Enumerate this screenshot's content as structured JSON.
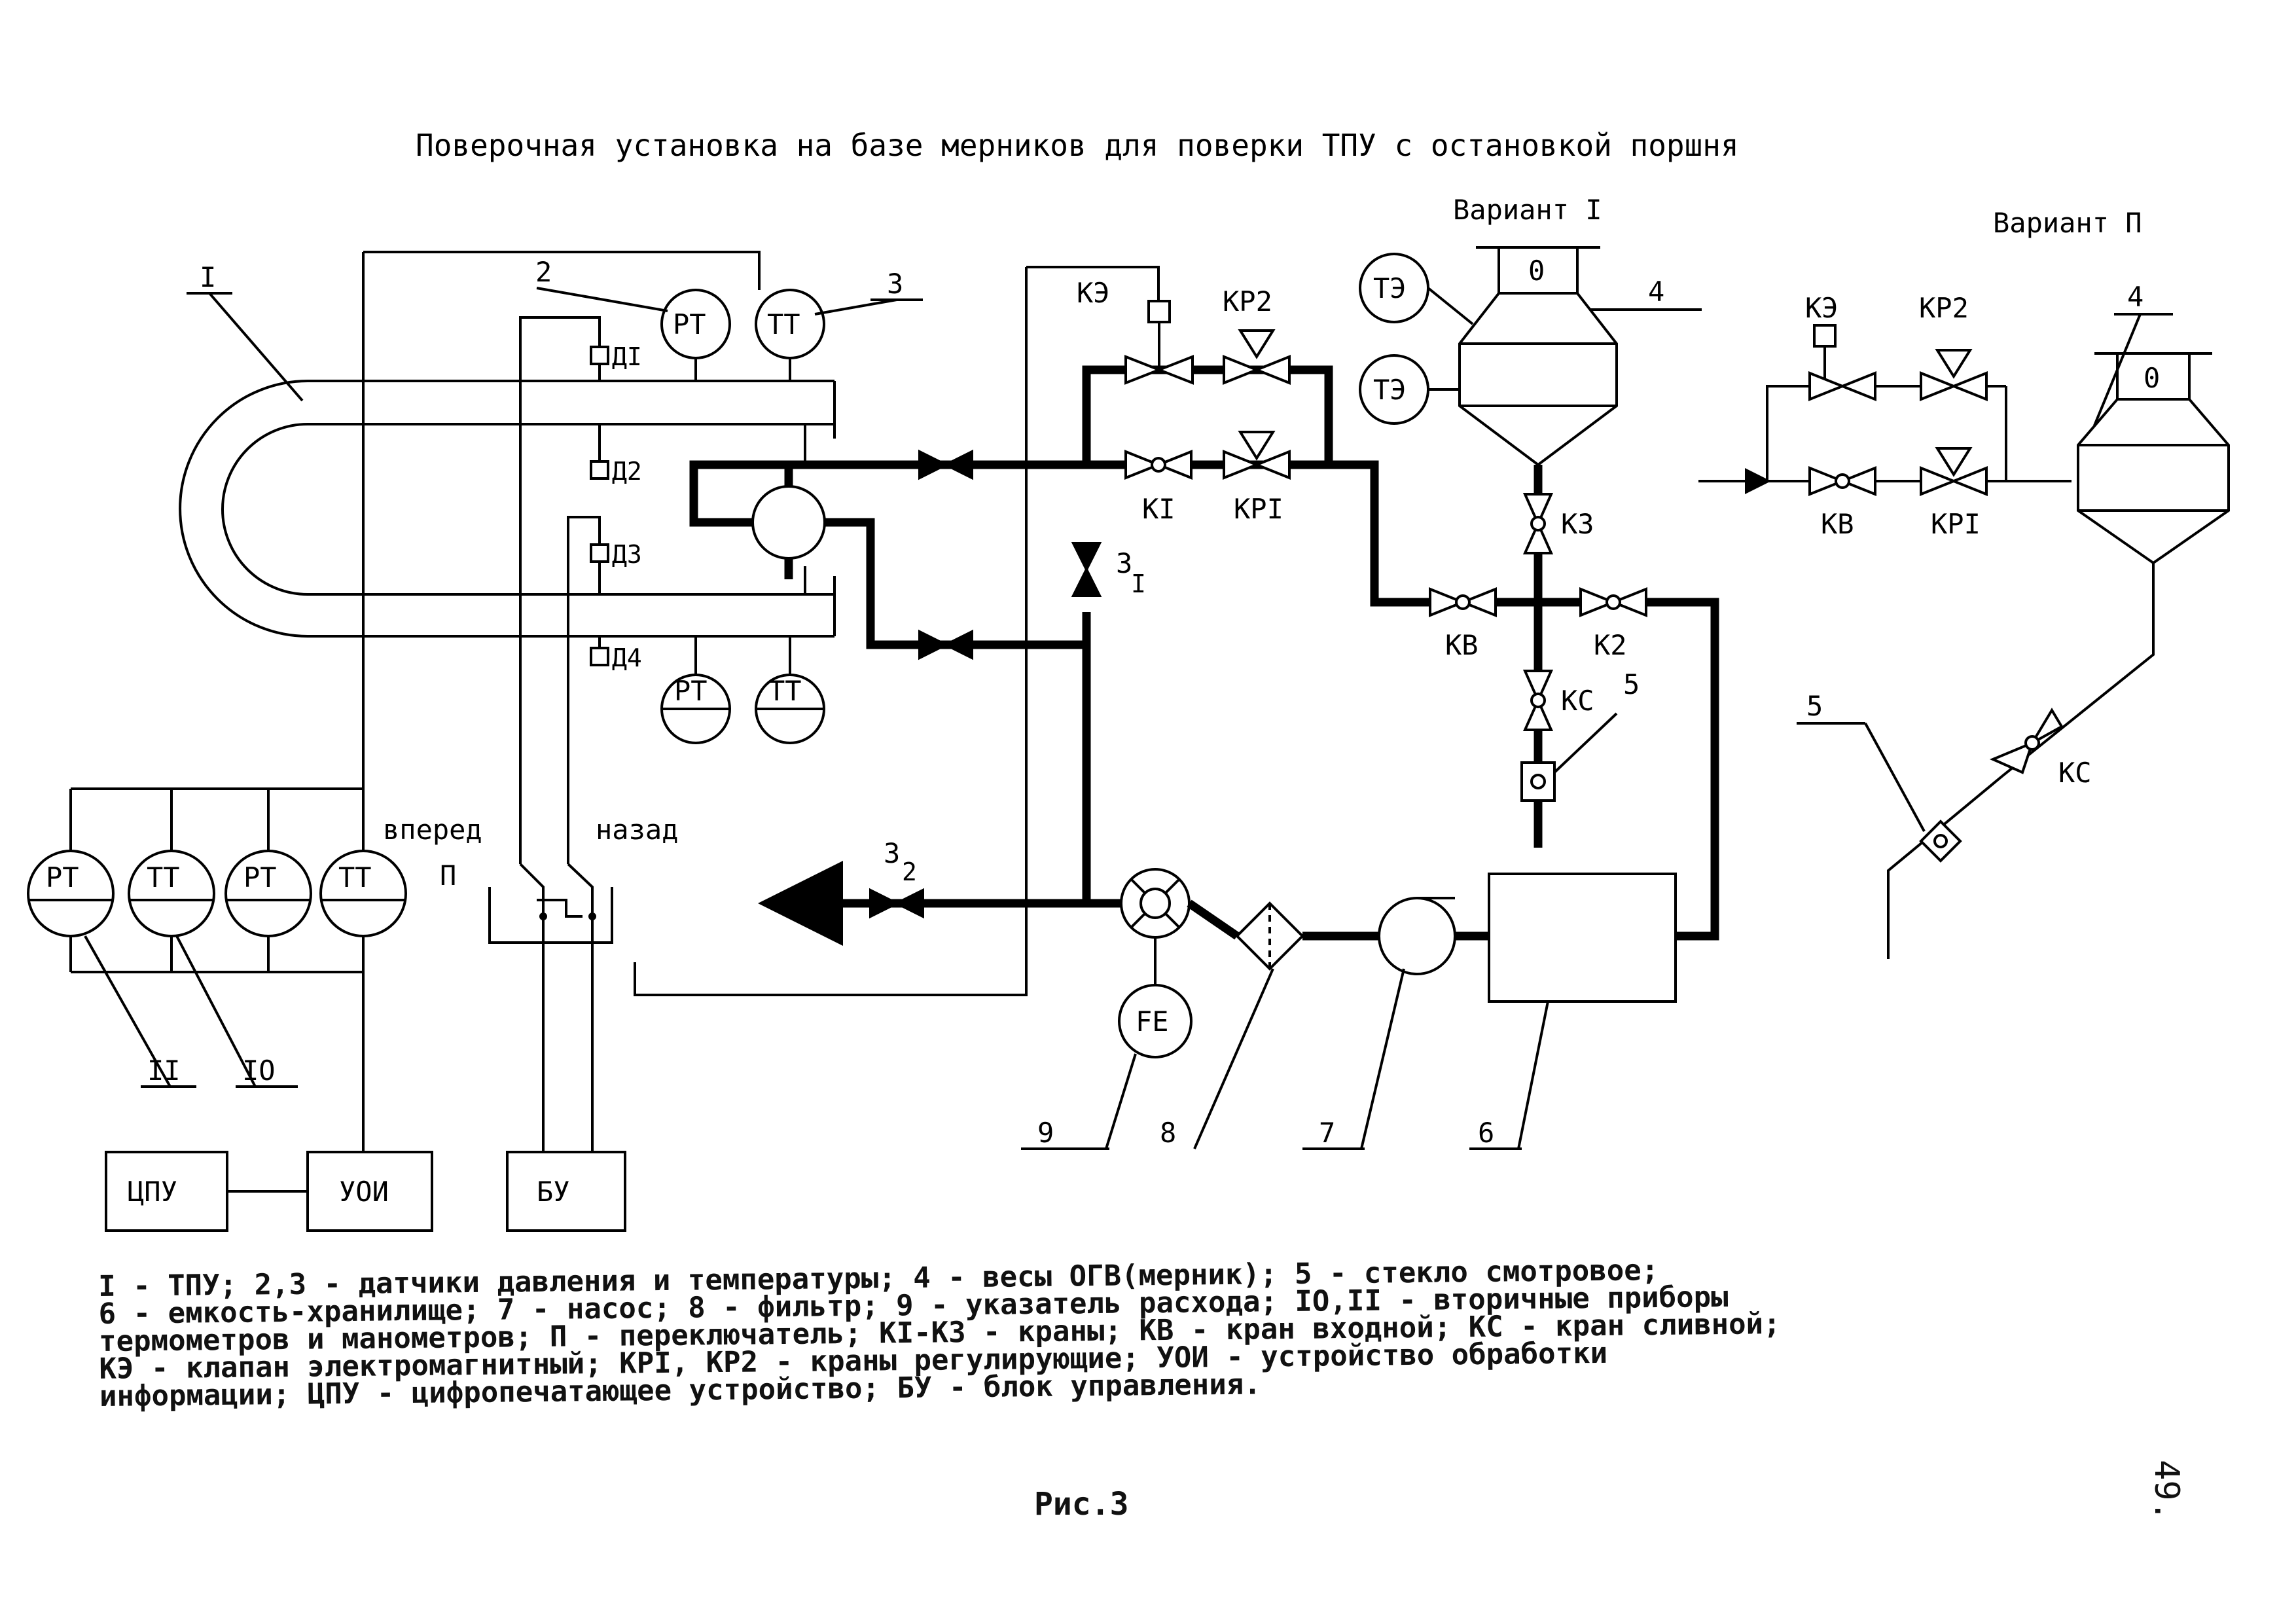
{
  "title": "Поверочная установка на базе мерников для поверки ТПУ с остановкой поршня",
  "variants": {
    "v1": "Вариант I",
    "v2": "Вариант П"
  },
  "instruments": {
    "pt": "РТ",
    "tt": "ТТ",
    "te": "ТЭ",
    "fe": "FE",
    "scale_zero": "0"
  },
  "sensors": [
    "ДI",
    "Д2",
    "Д3",
    "Д4"
  ],
  "valves": {
    "ke": "КЭ",
    "kr2": "КР2",
    "k1": "КI",
    "kr1": "КРI",
    "k3": "К3",
    "kv": "КВ",
    "k2": "К2",
    "ks": "КС",
    "z1_base": "З",
    "z1_sub": "I",
    "z2_base": "З",
    "z2_sub": "2"
  },
  "switch": {
    "forward": "вперед",
    "back": "назад",
    "id": "П"
  },
  "blocks": {
    "cpu": "ЦПУ",
    "uoi": "УОИ",
    "bu": "БУ"
  },
  "callouts": {
    "n1": "I",
    "n2": "2",
    "n3": "3",
    "n4": "4",
    "n5": "5",
    "n6": "6",
    "n7": "7",
    "n8": "8",
    "n9": "9",
    "n10": "IO",
    "n11": "II"
  },
  "legend": [
    "I - ТПУ; 2,3 - датчики давления и температуры; 4 - весы ОГВ(мерник); 5 - стекло смотровое;",
    "6 - емкость-хранилище; 7 - насос; 8 - фильтр; 9 - указатель расхода; IO,II - вторичные приборы",
    "термометров и манометров; П - переключатель; КI-К3 - краны; КВ - кран входной; КС - кран сливной;",
    "КЭ - клапан электромагнитный; КРI, КР2 - краны регулирующие; УОИ - устройство обработки",
    "информации; ЦПУ - цифропечатающее устройство; БУ - блок управления."
  ],
  "figure_caption": "Рис.3",
  "page_number": "49."
}
